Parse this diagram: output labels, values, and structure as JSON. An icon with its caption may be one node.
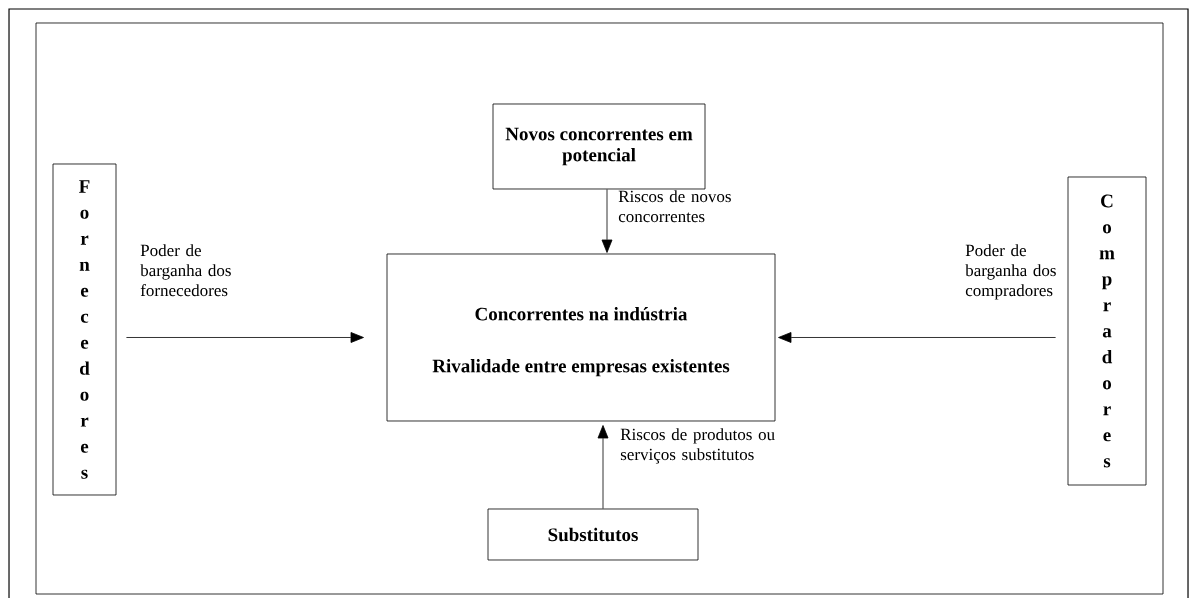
{
  "diagram": {
    "nodes": [
      {
        "text": [
          "Novos concorrentes em potencial"
        ]
      },
      {
        "text": [
          "Fornecedores"
        ]
      },
      {
        "text": [
          "Concorrentes na indústria",
          "Rivalidade entre empresas existentes"
        ]
      },
      {
        "text": [
          "Compradores"
        ]
      },
      {
        "text": [
          "Substitutos"
        ]
      }
    ],
    "edges": [
      {
        "from": 0,
        "to": 2,
        "arrow": "to",
        "label": "Riscos de novos concorrentes"
      },
      {
        "from": 1,
        "to": 2,
        "arrow": "to",
        "label": "Poder de barganha dos fornecedores"
      },
      {
        "from": 3,
        "to": 2,
        "arrow": "to",
        "label": "Poder de barganha dos compradores"
      },
      {
        "from": 4,
        "to": 2,
        "arrow": "to",
        "label": "Riscos de produtos ou serviços substitutos"
      }
    ]
  }
}
